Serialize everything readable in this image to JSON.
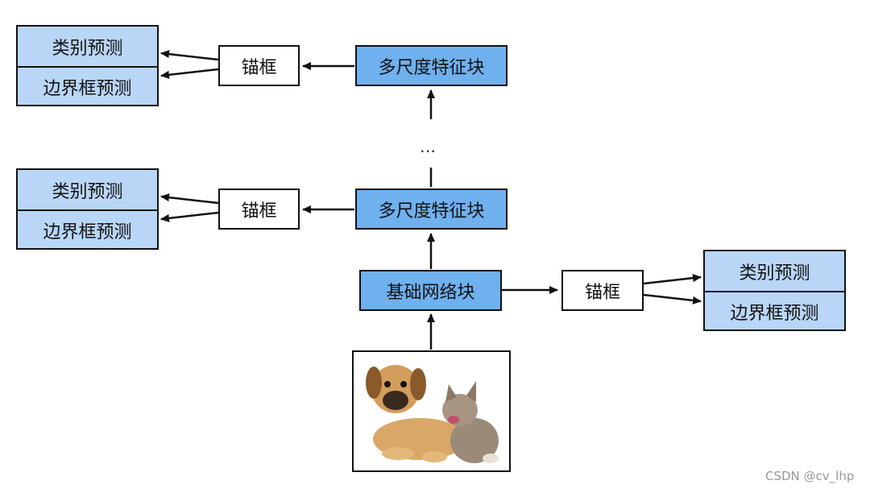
{
  "top_branch": {
    "predictions": {
      "class_label": "类别预测",
      "bbox_label": "边界框预测"
    },
    "anchor_label": "锚框",
    "block_label": "多尺度特征块"
  },
  "ellipsis": "…",
  "mid_branch": {
    "predictions": {
      "class_label": "类别预测",
      "bbox_label": "边界框预测"
    },
    "anchor_label": "锚框",
    "block_label": "多尺度特征块"
  },
  "base_branch": {
    "block_label": "基础网络块",
    "anchor_label": "锚框",
    "predictions": {
      "class_label": "类别预测",
      "bbox_label": "边界框预测"
    }
  },
  "input_image": {
    "subject": "puppy and kitten"
  },
  "watermark": "CSDN @cv_lhp",
  "colors": {
    "block_fill": "#6fb0ee",
    "prediction_fill": "#b9d6f6",
    "border": "#111111"
  }
}
